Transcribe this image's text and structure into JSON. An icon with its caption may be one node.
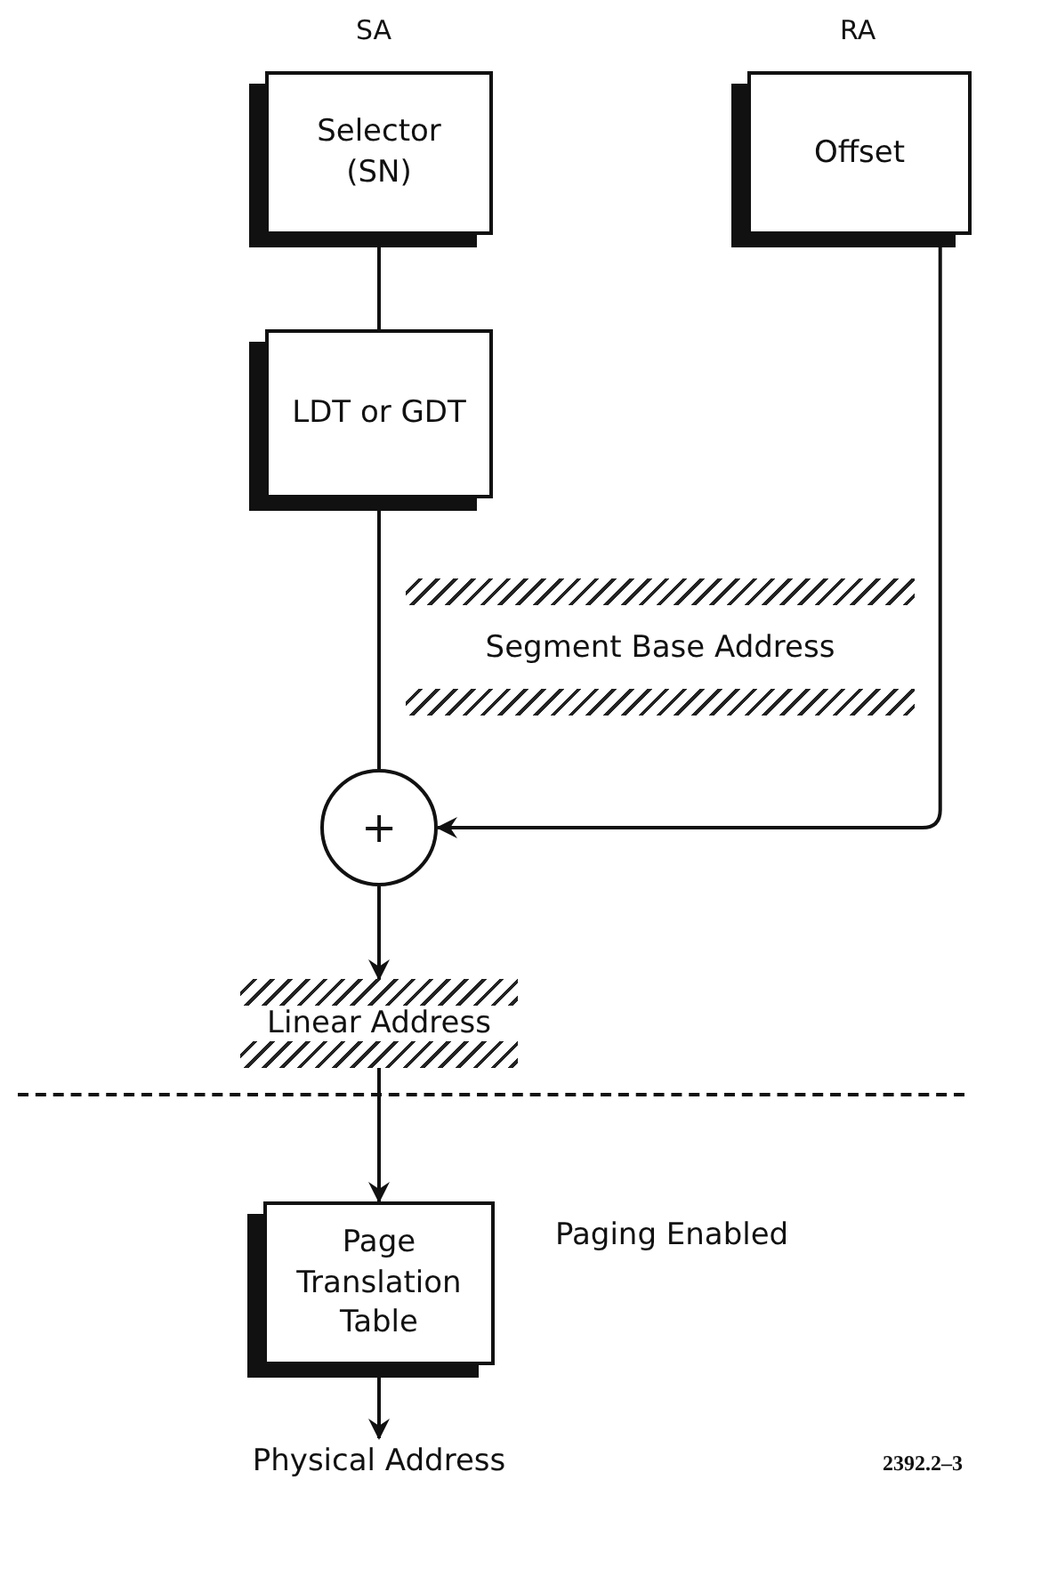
{
  "diagram": {
    "nodes": [
      {
        "text": [
          "Selector (SN)"
        ],
        "beside": [
          "SA"
        ]
      },
      {
        "text": [
          "Offset"
        ],
        "beside": [
          "RA"
        ]
      },
      {
        "text": [
          "LDT or GDT"
        ]
      },
      {
        "text": [
          "Segment Base Address"
        ]
      },
      {
        "text": [
          "+"
        ]
      },
      {
        "text": [
          "Linear Address"
        ]
      },
      {
        "text": [
          "Page Translation Table"
        ]
      },
      {
        "text": [
          "Physical Address"
        ]
      }
    ],
    "edges": [
      {
        "from": 0,
        "to": 2,
        "arrow": "none"
      },
      {
        "from": 2,
        "to": 4,
        "arrow": "none"
      },
      {
        "from": 1,
        "to": 4,
        "arrow": "to"
      },
      {
        "from": 4,
        "to": 5,
        "arrow": "to"
      },
      {
        "from": 5,
        "to": 6,
        "arrow": "to"
      },
      {
        "from": 6,
        "to": 7,
        "arrow": "to"
      }
    ],
    "labels": [
      "Paging Enabled",
      "2392.2–3"
    ]
  }
}
